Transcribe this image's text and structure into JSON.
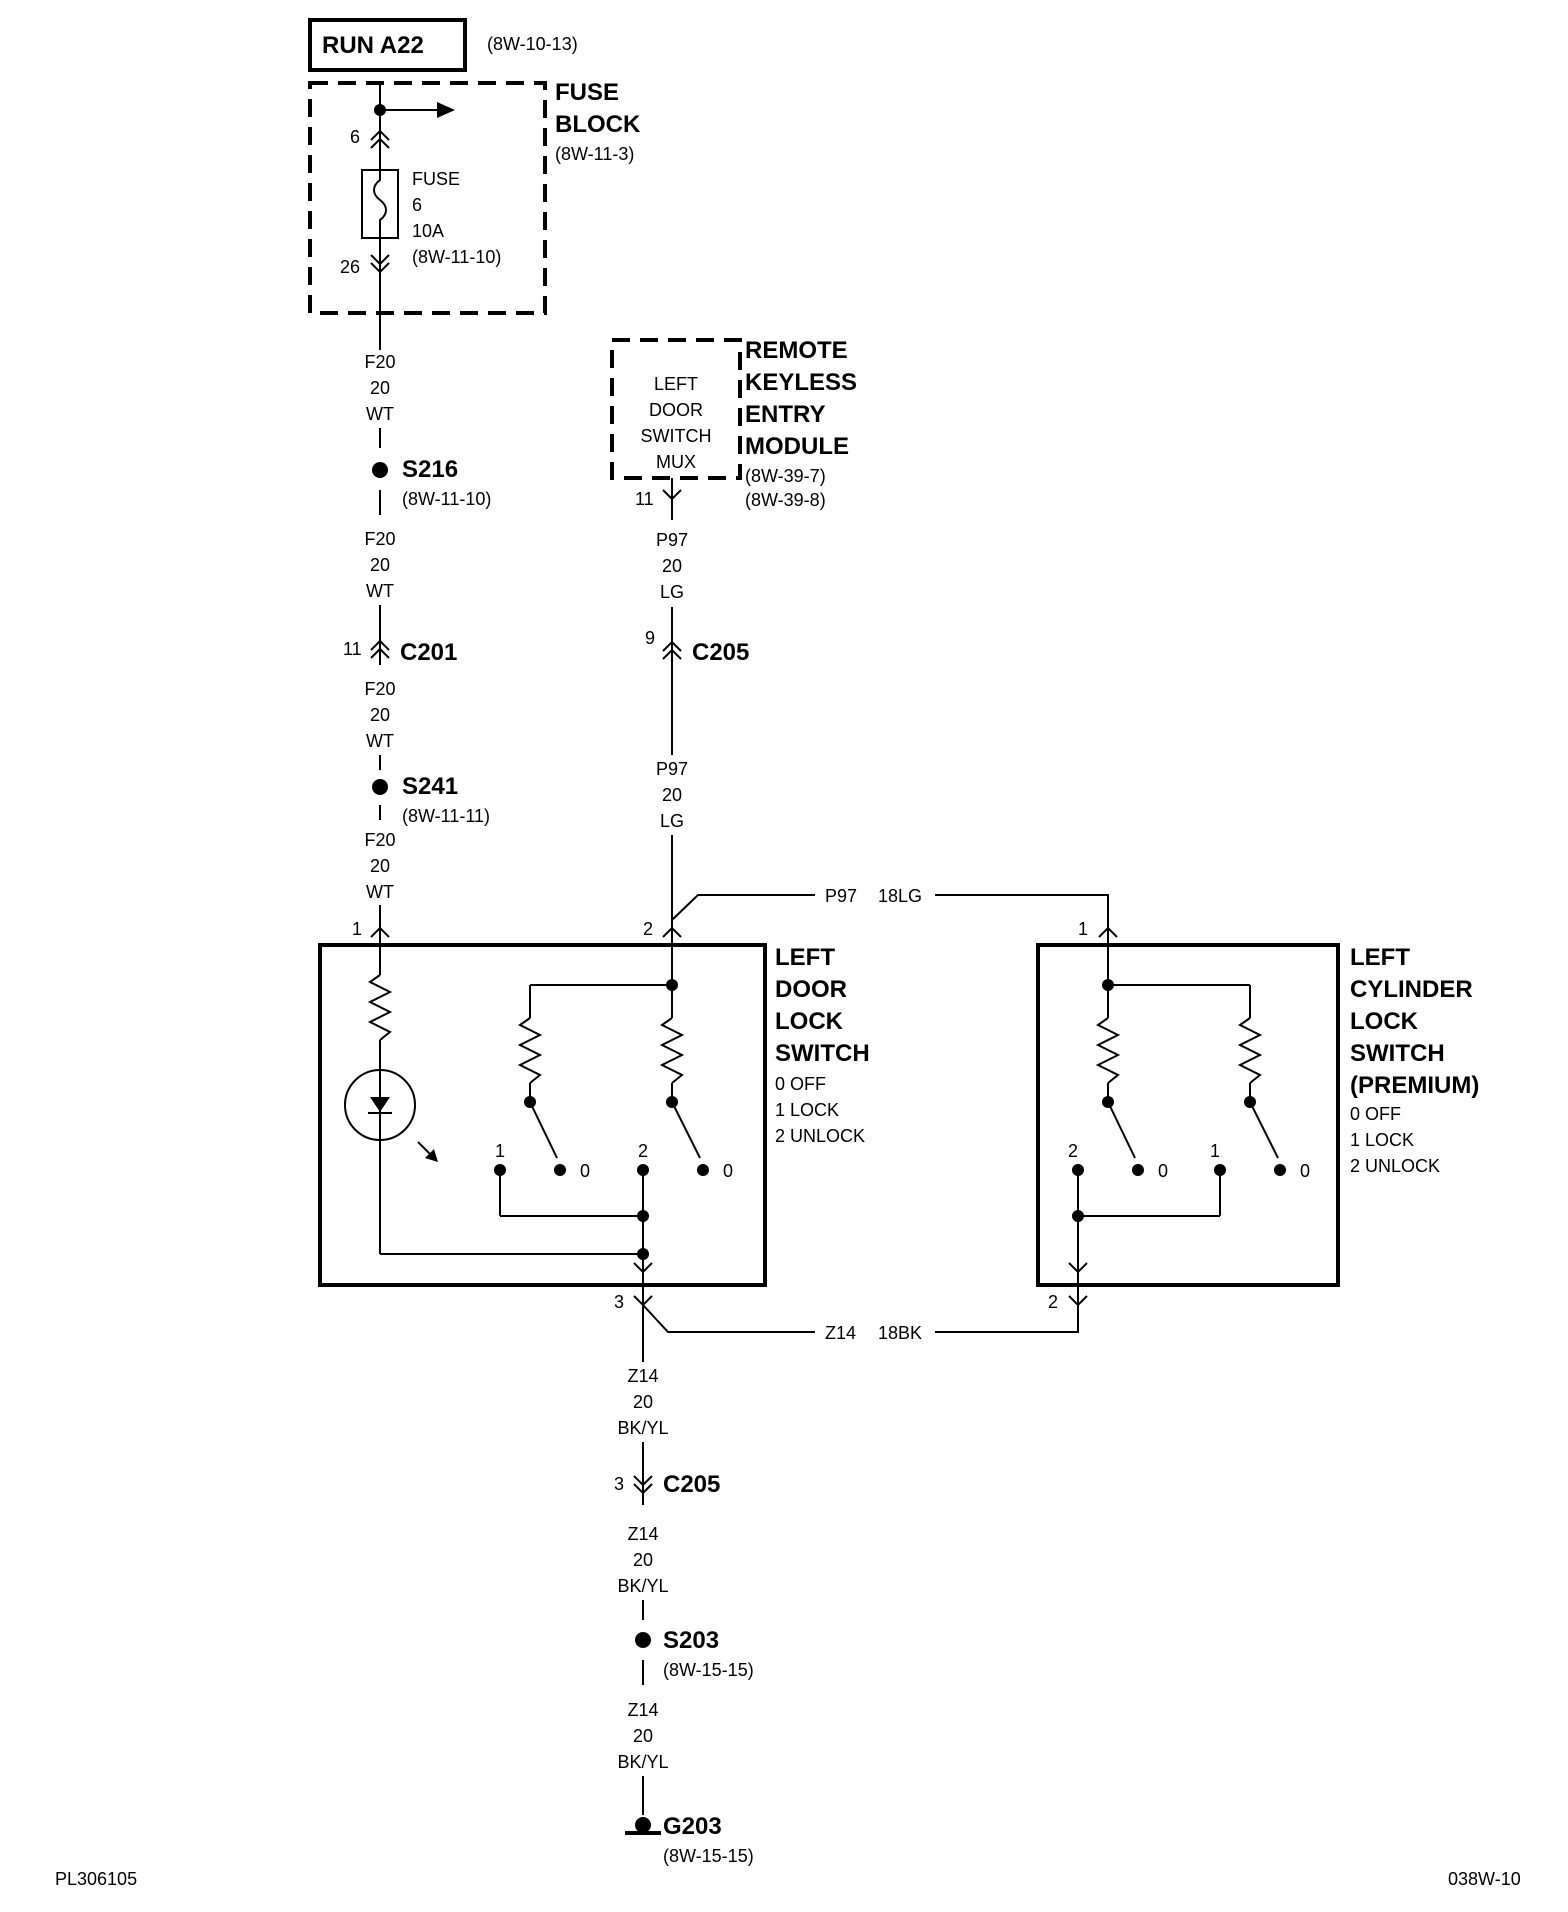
{
  "run": {
    "label": "RUN A22",
    "ref": "(8W-10-13)"
  },
  "fuse_block": {
    "title1": "FUSE",
    "title2": "BLOCK",
    "ref": "(8W-11-3)",
    "pin_in": "6",
    "pin_out": "26",
    "fuse_l1": "FUSE",
    "fuse_l2": "6",
    "fuse_l3": "10A",
    "fuse_ref": "(8W-11-10)"
  },
  "rke": {
    "title1": "REMOTE",
    "title2": "KEYLESS",
    "title3": "ENTRY",
    "title4": "MODULE",
    "ref1": "(8W-39-7)",
    "ref2": "(8W-39-8)",
    "inner1": "LEFT",
    "inner2": "DOOR",
    "inner3": "SWITCH",
    "inner4": "MUX",
    "pin": "11"
  },
  "wire_f20": {
    "circuit": "F20",
    "gauge": "20",
    "color": "WT"
  },
  "wire_p97": {
    "circuit": "P97",
    "gauge": "20",
    "color": "LG"
  },
  "wire_z14": {
    "circuit": "Z14",
    "gauge": "20",
    "color": "BK/YL"
  },
  "s216": {
    "label": "S216",
    "ref": "(8W-11-10)"
  },
  "c201": {
    "label": "C201",
    "pin": "11"
  },
  "s241": {
    "label": "S241",
    "ref": "(8W-11-11)"
  },
  "c205_top": {
    "label": "C205",
    "pin": "9"
  },
  "c205_bot": {
    "label": "C205",
    "pin": "3"
  },
  "s203": {
    "label": "S203",
    "ref": "(8W-15-15)"
  },
  "g203": {
    "label": "G203",
    "ref": "(8W-15-15)"
  },
  "jumper_p97": {
    "circuit": "P97",
    "size": "18LG"
  },
  "jumper_z14": {
    "circuit": "Z14",
    "size": "18BK"
  },
  "door_switch": {
    "title1": "LEFT",
    "title2": "DOOR",
    "title3": "LOCK",
    "title4": "SWITCH",
    "legend1": "0 OFF",
    "legend2": "1 LOCK",
    "legend3": "2 UNLOCK",
    "pin1": "1",
    "pin2": "2",
    "pin3": "3",
    "pos_a_num": "1",
    "pos_a_zero": "0",
    "pos_b_num": "2",
    "pos_b_zero": "0"
  },
  "cyl_switch": {
    "title1": "LEFT",
    "title2": "CYLINDER",
    "title3": "LOCK",
    "title4": "SWITCH",
    "title5": "(PREMIUM)",
    "legend1": "0 OFF",
    "legend2": "1 LOCK",
    "legend3": "2 UNLOCK",
    "pin1": "1",
    "pin2": "2",
    "pos_a_num": "2",
    "pos_a_zero": "0",
    "pos_b_num": "1",
    "pos_b_zero": "0"
  },
  "footer": {
    "left": "PL306105",
    "right": "038W-10"
  }
}
